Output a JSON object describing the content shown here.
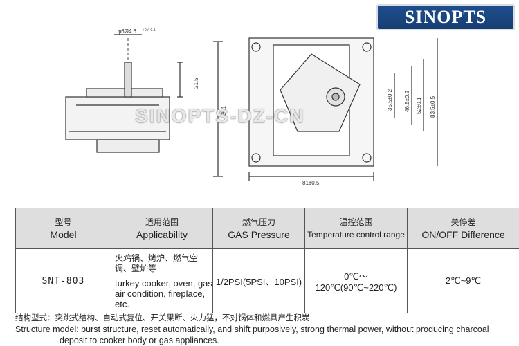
{
  "brand": {
    "logo_text": "SINOPTS",
    "watermark": "SINOPTS-DZ-CN",
    "logo_color": "#1f4f8f"
  },
  "drawing": {
    "side_view": {
      "shaft_dim": "φ6Ø4.6",
      "shaft_tol": "+0 / -0.1",
      "height_dim": "21.5",
      "dia_dim": "Ø31"
    },
    "front_view": {
      "width_dim": "81±0.5",
      "dim_1": "35.5±0.2",
      "dim_2": "46.5±0.2",
      "dim_3": "52±0.1",
      "dim_4": "83.5±0.5"
    }
  },
  "table": {
    "headers": [
      {
        "zh": "型号",
        "en": "Model"
      },
      {
        "zh": "适用范围",
        "en": "Applicability"
      },
      {
        "zh": "燃气压力",
        "en": "GAS Pressure"
      },
      {
        "zh": "温控范围",
        "en": "Temperature control range"
      },
      {
        "zh": "关停差",
        "en": "ON/OFF Difference"
      }
    ],
    "row": {
      "model": "SNT-803",
      "applicability_zh": "火鸡锅、烤炉、燃气空调、壁炉等",
      "applicability_en": "turkey cooker, oven, gas air condition, fireplace, etc.",
      "gas_pressure": "1/2PSI(5PSI、10PSI)",
      "temperature_range": "0℃～120℃(90℃~220℃)",
      "on_off_difference": "2℃~9℃"
    }
  },
  "notes": {
    "structure_zh": "结构型式：突跳式结构、自动式复位、开关果断、火力猛，不对锅体和燃具产生积炭",
    "structure_en_line1": "Structure model: burst structure, reset automatically, and shift purposively, strong thermal power, without producing charcoal",
    "structure_en_line2": "deposit to cooker body or gas appliances."
  }
}
